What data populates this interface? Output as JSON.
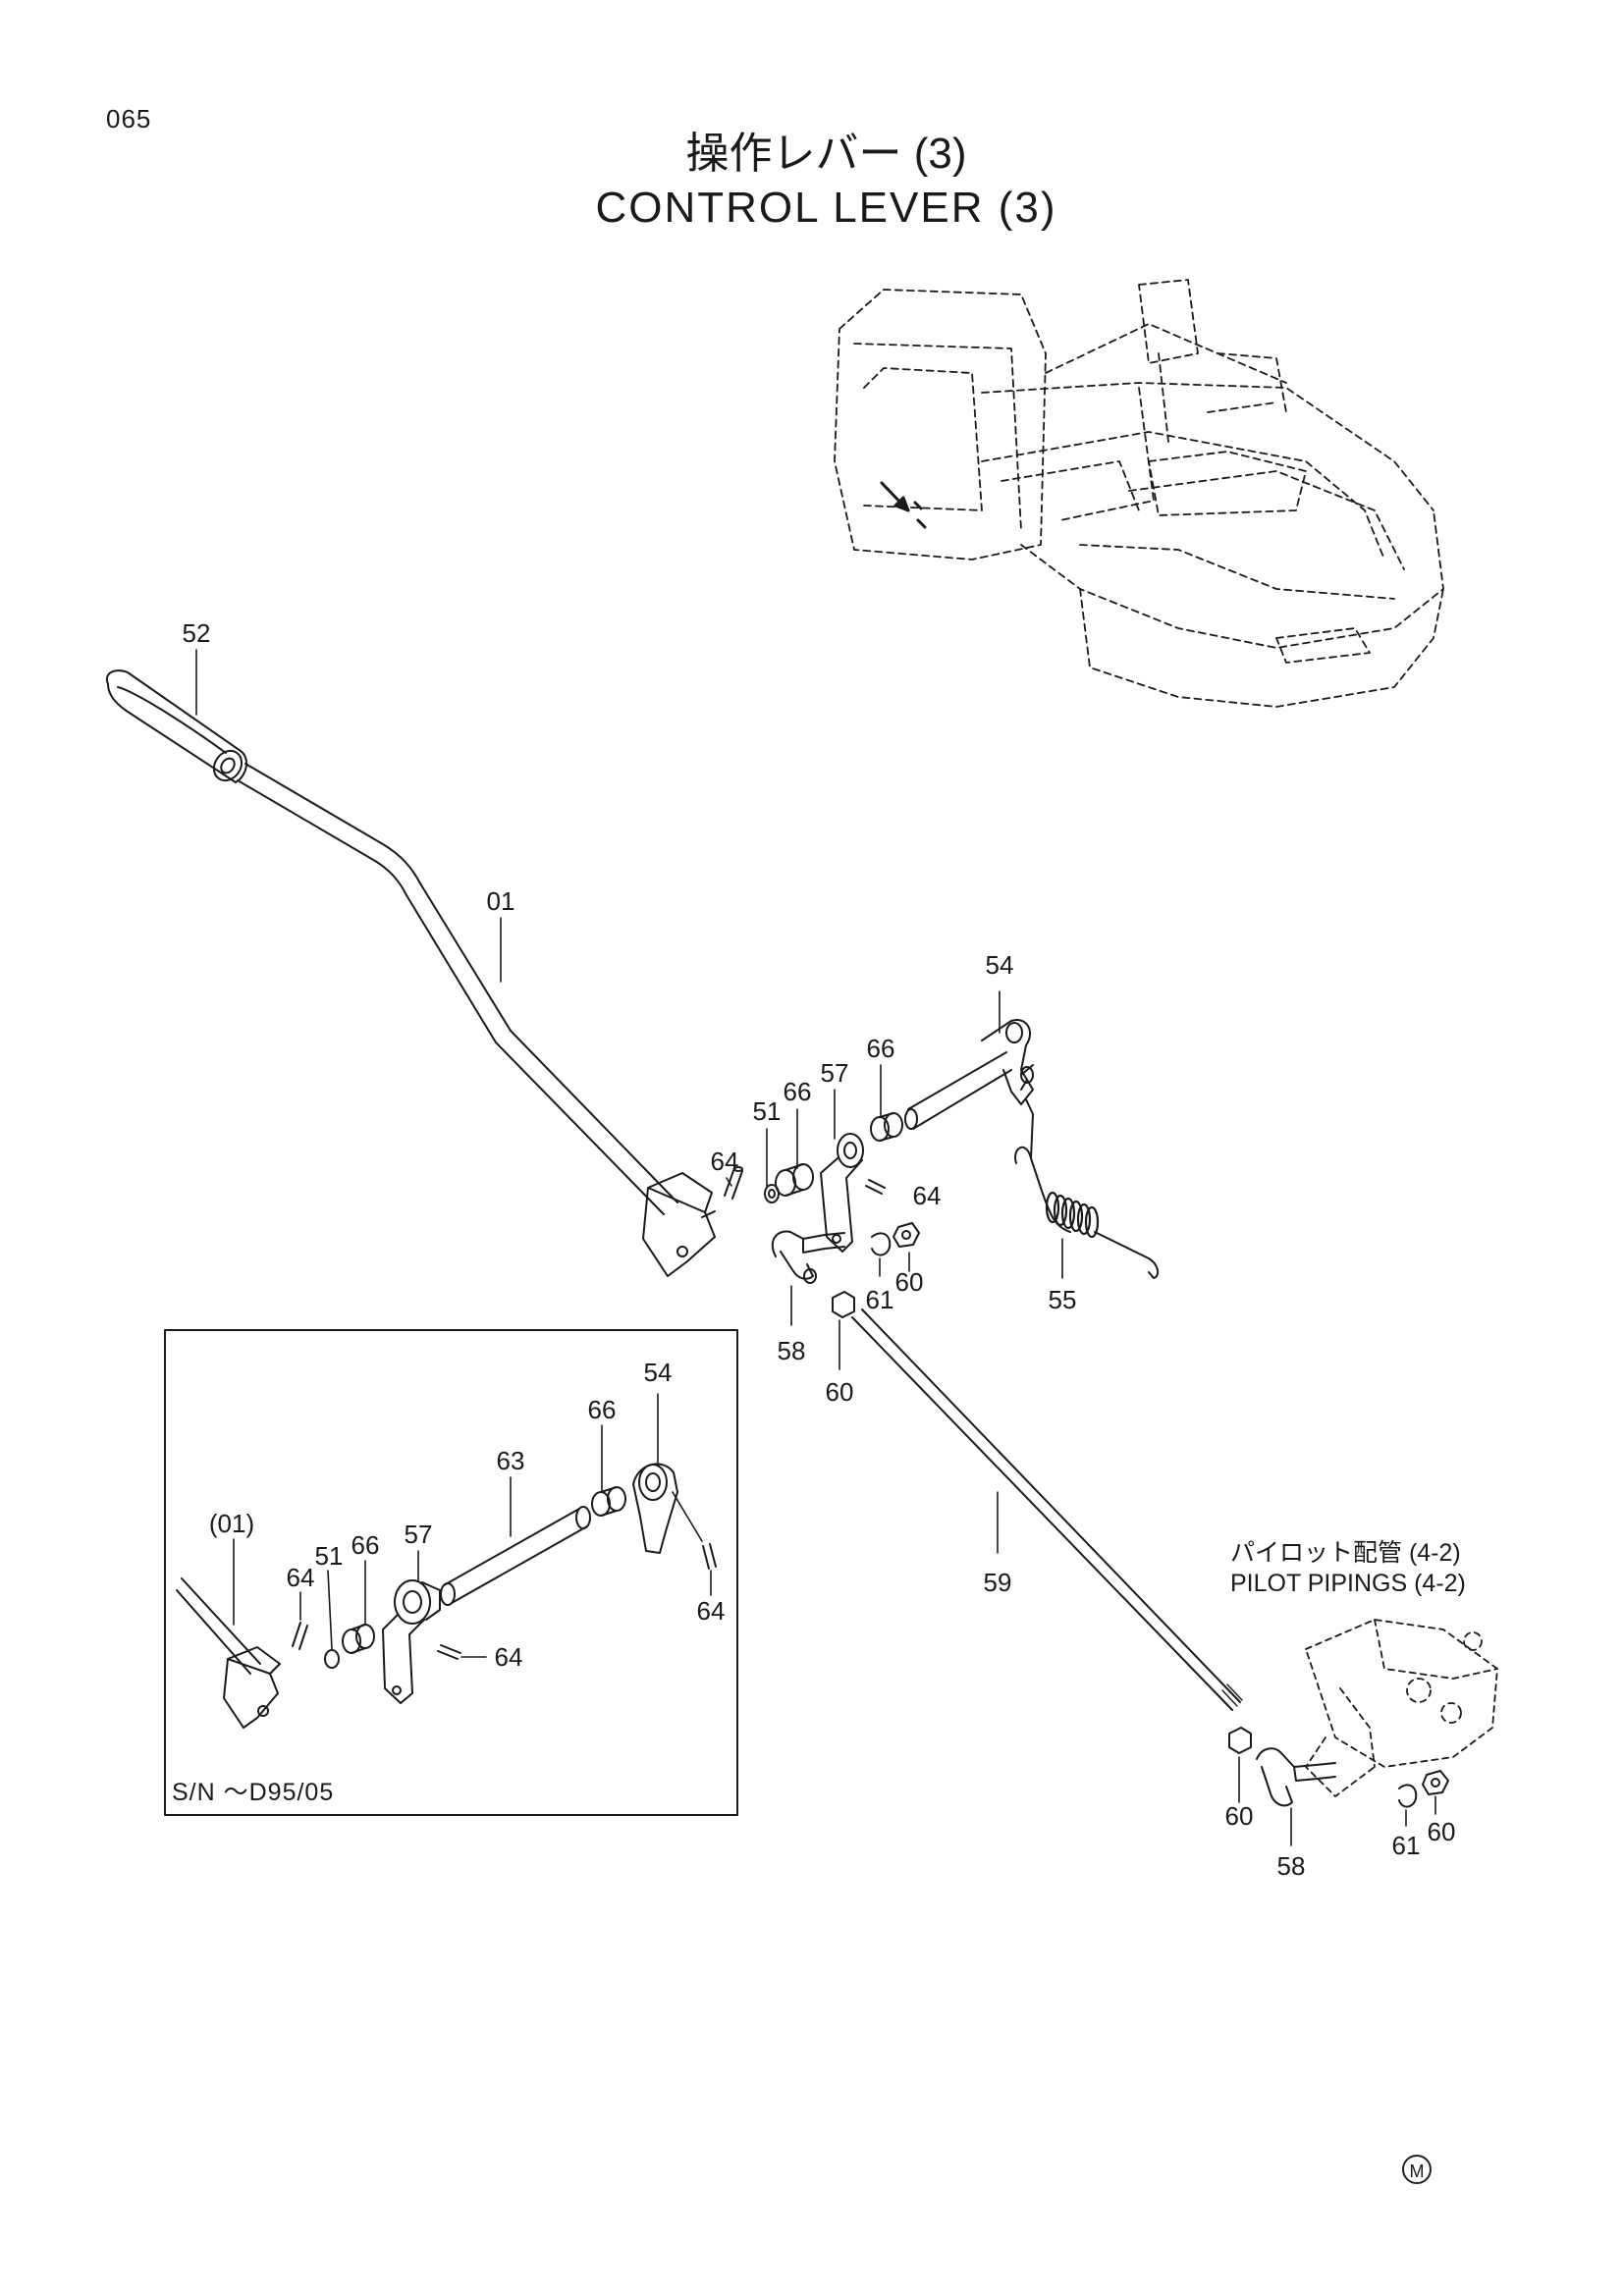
{
  "header": {
    "page_number": "065",
    "title_ja": "操作レバー (3)",
    "title_en": "CONTROL LEVER (3)"
  },
  "callouts": {
    "c52": "52",
    "c01": "01",
    "c54": "54",
    "c66a": "66",
    "c66b": "66",
    "c57": "57",
    "c51": "51",
    "c64a": "64",
    "c64b": "64",
    "c55": "55",
    "c61a": "61",
    "c60a": "60",
    "c58a": "58",
    "c60b": "60",
    "c59": "59",
    "c60c": "60",
    "c58b": "58",
    "c61b": "61",
    "c60d": "60"
  },
  "inset": {
    "c54": "54",
    "c66a": "66",
    "c63": "63",
    "c57": "57",
    "c01": "(01)",
    "c51": "51",
    "c66b": "66",
    "c64a": "64",
    "c64b": "64",
    "c64c": "64",
    "serial_note": "S/N  ～D95/05"
  },
  "references": {
    "pilot_ja": "パイロット配管 (4-2)",
    "pilot_en": "PILOT  PIPINGS (4-2)"
  },
  "footer": {
    "mark": "M"
  }
}
